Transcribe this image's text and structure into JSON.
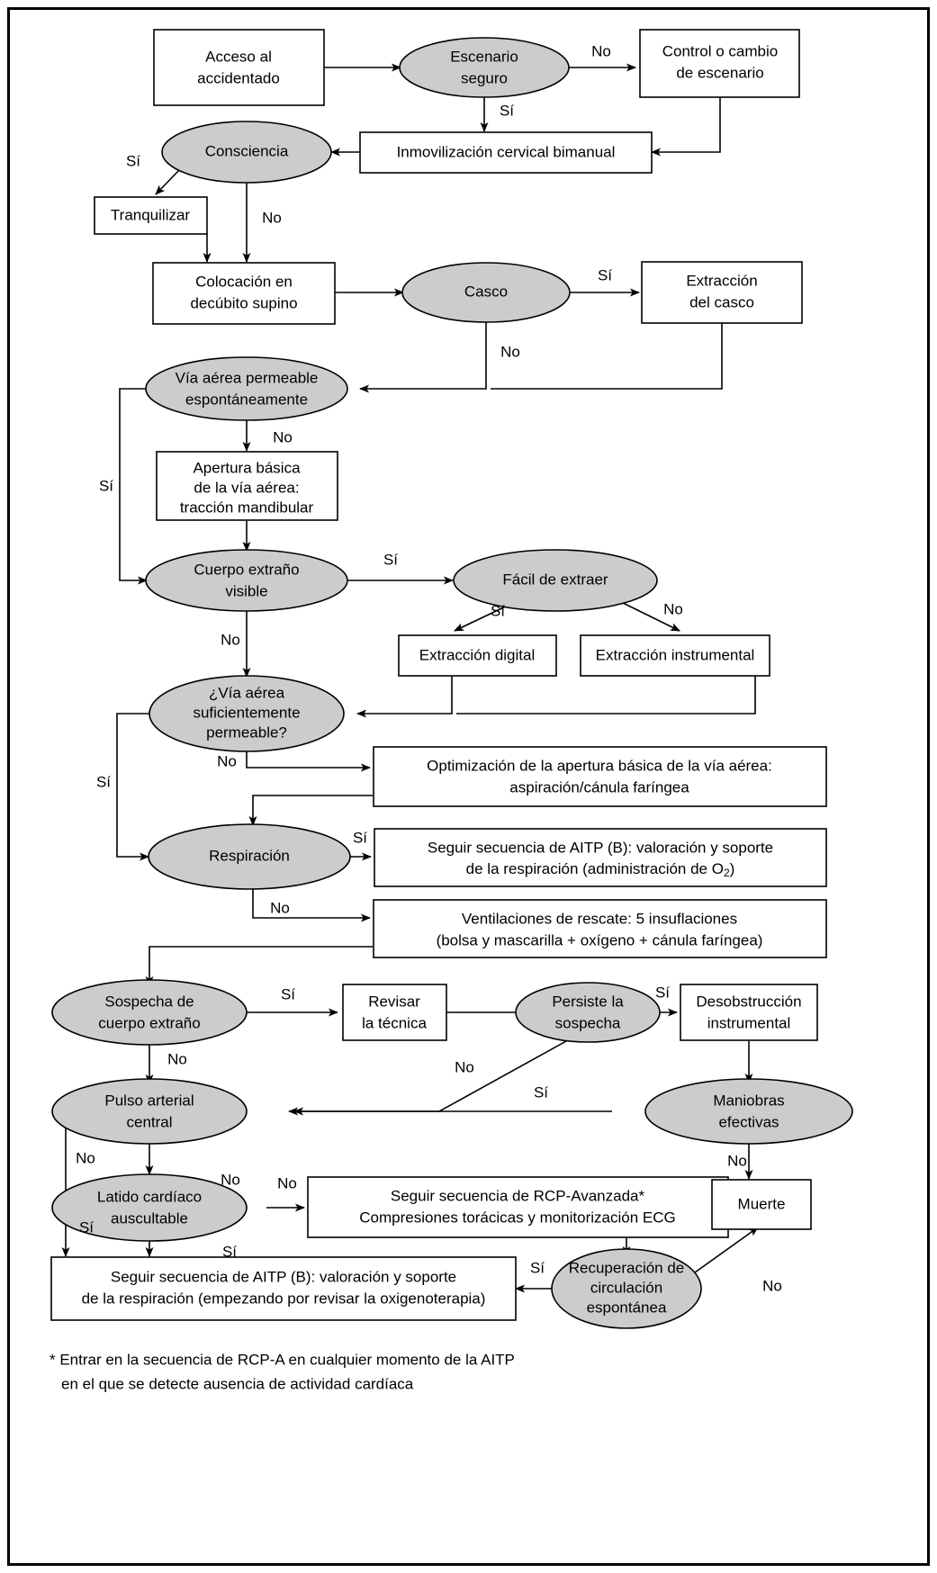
{
  "diagram": {
    "title": "Algoritmo de asistencia inicial al trauma pediátrico (AITP): vía aérea, respiración y circulación",
    "colors": {
      "decision_fill": "#cccccc",
      "process_fill": "#ffffff",
      "stroke": "#000000",
      "background": "#ffffff"
    },
    "nodes": [
      {
        "id": "n1",
        "type": "process",
        "lines": [
          "Acceso al",
          "accidentado"
        ]
      },
      {
        "id": "n2",
        "type": "decision",
        "lines": [
          "Escenario",
          "seguro"
        ]
      },
      {
        "id": "n3",
        "type": "process",
        "lines": [
          "Control o cambio",
          "de escenario"
        ]
      },
      {
        "id": "n4",
        "type": "process",
        "lines": [
          "Inmovilización cervical bimanual"
        ]
      },
      {
        "id": "n5",
        "type": "decision",
        "lines": [
          "Consciencia"
        ]
      },
      {
        "id": "n6",
        "type": "process",
        "lines": [
          "Tranquilizar"
        ]
      },
      {
        "id": "n7",
        "type": "process",
        "lines": [
          "Colocación en",
          "decúbito supino"
        ]
      },
      {
        "id": "n8",
        "type": "decision",
        "lines": [
          "Casco"
        ]
      },
      {
        "id": "n9",
        "type": "process",
        "lines": [
          "Extracción",
          "del casco"
        ]
      },
      {
        "id": "n10",
        "type": "decision",
        "lines": [
          "Vía aérea permeable",
          "espontáneamente"
        ]
      },
      {
        "id": "n11",
        "type": "process",
        "lines": [
          "Apertura básica",
          "de la vía aérea:",
          "tracción mandibular"
        ]
      },
      {
        "id": "n12",
        "type": "decision",
        "lines": [
          "Cuerpo extraño",
          "visible"
        ]
      },
      {
        "id": "n13",
        "type": "decision",
        "lines": [
          "Fácil de extraer"
        ]
      },
      {
        "id": "n14",
        "type": "process",
        "lines": [
          "Extracción digital"
        ]
      },
      {
        "id": "n15",
        "type": "process",
        "lines": [
          "Extracción instrumental"
        ]
      },
      {
        "id": "n16",
        "type": "decision",
        "lines": [
          "¿Vía aérea",
          "suficientemente",
          "permeable?"
        ]
      },
      {
        "id": "n17",
        "type": "process",
        "lines": [
          "Optimización de la apertura básica de la vía aérea:",
          "aspiración/cánula faríngea"
        ]
      },
      {
        "id": "n18",
        "type": "decision",
        "lines": [
          "Respiración"
        ]
      },
      {
        "id": "n19",
        "type": "process",
        "lines": [
          "Seguir secuencia de AITP (B): valoración y soporte",
          "de la respiración (administración de O2)"
        ]
      },
      {
        "id": "n20",
        "type": "process",
        "lines": [
          "Ventilaciones de rescate: 5 insuflaciones",
          "(bolsa y mascarilla + oxígeno + cánula faríngea)"
        ]
      },
      {
        "id": "n21",
        "type": "decision",
        "lines": [
          "Sospecha de",
          "cuerpo extraño"
        ]
      },
      {
        "id": "n22",
        "type": "process",
        "lines": [
          "Revisar",
          "la técnica"
        ]
      },
      {
        "id": "n23",
        "type": "decision",
        "lines": [
          "Persiste la",
          "sospecha"
        ]
      },
      {
        "id": "n24",
        "type": "process",
        "lines": [
          "Desobstrucción",
          "instrumental"
        ]
      },
      {
        "id": "n25",
        "type": "decision",
        "lines": [
          "Pulso arterial",
          "central"
        ]
      },
      {
        "id": "n26",
        "type": "decision",
        "lines": [
          "Maniobras",
          "efectivas"
        ]
      },
      {
        "id": "n27",
        "type": "decision",
        "lines": [
          "Latido cardíaco",
          "auscultable"
        ]
      },
      {
        "id": "n28",
        "type": "process",
        "lines": [
          "Seguir secuencia de RCP-Avanzada*",
          "Compresiones torácicas y monitorización ECG"
        ]
      },
      {
        "id": "n29",
        "type": "process",
        "lines": [
          "Muerte"
        ]
      },
      {
        "id": "n30",
        "type": "process",
        "lines": [
          "Seguir secuencia de AITP (B): valoración y soporte",
          "de la respiración (empezando por revisar la oxigenoterapia)"
        ]
      },
      {
        "id": "n31",
        "type": "decision",
        "lines": [
          "Recuperación de",
          "circulación",
          "espontánea"
        ]
      }
    ],
    "edge_labels": {
      "escenario_no": "No",
      "escenario_si": "Sí",
      "consciencia_si": "Sí",
      "consciencia_no": "No",
      "casco_si": "Sí",
      "casco_no": "No",
      "via_aerea_no": "No",
      "via_aerea_si": "Sí",
      "cuerpo_si": "Sí",
      "cuerpo_no": "No",
      "facil_si": "Sí",
      "facil_no": "No",
      "suficiente_no": "No",
      "suficiente_si": "Sí",
      "respiracion_si": "Sí",
      "respiracion_no": "No",
      "sospecha_si": "Sí",
      "sospecha_no": "No",
      "persiste_si": "Sí",
      "persiste_no": "No",
      "maniobras_si": "Sí",
      "maniobras_no": "No",
      "pulso_no": "No",
      "pulso_si": "Sí",
      "latido_no": "No",
      "latido_si": "Sí",
      "recuperacion_si": "Sí",
      "recuperacion_no": "No"
    },
    "footnote": {
      "line1": "* Entrar en la secuencia de RCP-A en cualquier momento de la AITP",
      "line2": "en el que se detecte ausencia de actividad cardíaca"
    },
    "subscripts": {
      "o2_base": "de la respiración (administración de O",
      "o2_sub": "2",
      "o2_tail": ")"
    }
  }
}
